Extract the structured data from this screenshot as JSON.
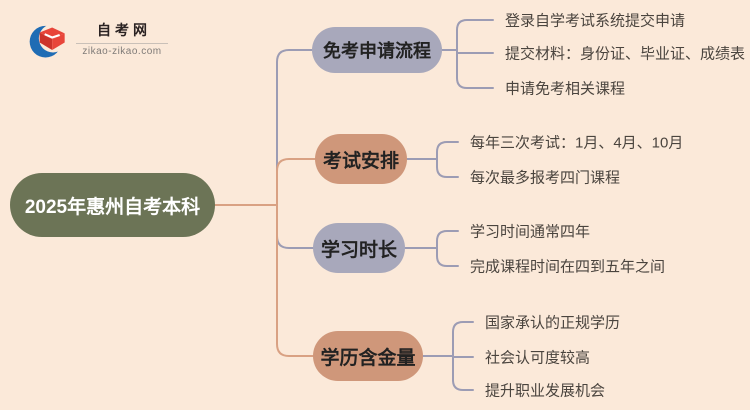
{
  "logo": {
    "title": "自考网",
    "domain": "zikao-zikao.com"
  },
  "root": {
    "label": "2025年惠州自考本科"
  },
  "branches": [
    {
      "label": "免考申请流程",
      "style": "gray",
      "items": [
        "登录自学考试系统提交申请",
        "提交材料：身份证、毕业证、成绩表",
        "申请免考相关课程"
      ]
    },
    {
      "label": "考试安排",
      "style": "tan",
      "items": [
        "每年三次考试：1月、4月、10月",
        "每次最多报考四门课程"
      ]
    },
    {
      "label": "学习时长",
      "style": "gray",
      "items": [
        "学习时间通常四年",
        "完成课程时间在四到五年之间"
      ]
    },
    {
      "label": "学历含金量",
      "style": "tan",
      "items": [
        "国家承认的正规学历",
        "社会认可度较高",
        "提升职业发展机会"
      ]
    }
  ],
  "icons": {
    "logo_icon": "graduation-cap-icon"
  },
  "colors": {
    "background": "#fbe9d9",
    "root_fill": "#6c7456",
    "gray_fill": "#a8a8bb",
    "tan_fill": "#cf977a",
    "line_gray": "#9c9cb4",
    "line_salmon": "#d9a183",
    "text_dark": "#222222",
    "sub_text": "#4a443e",
    "logo_blue": "#1f6cb4",
    "logo_red": "#e8453a"
  }
}
